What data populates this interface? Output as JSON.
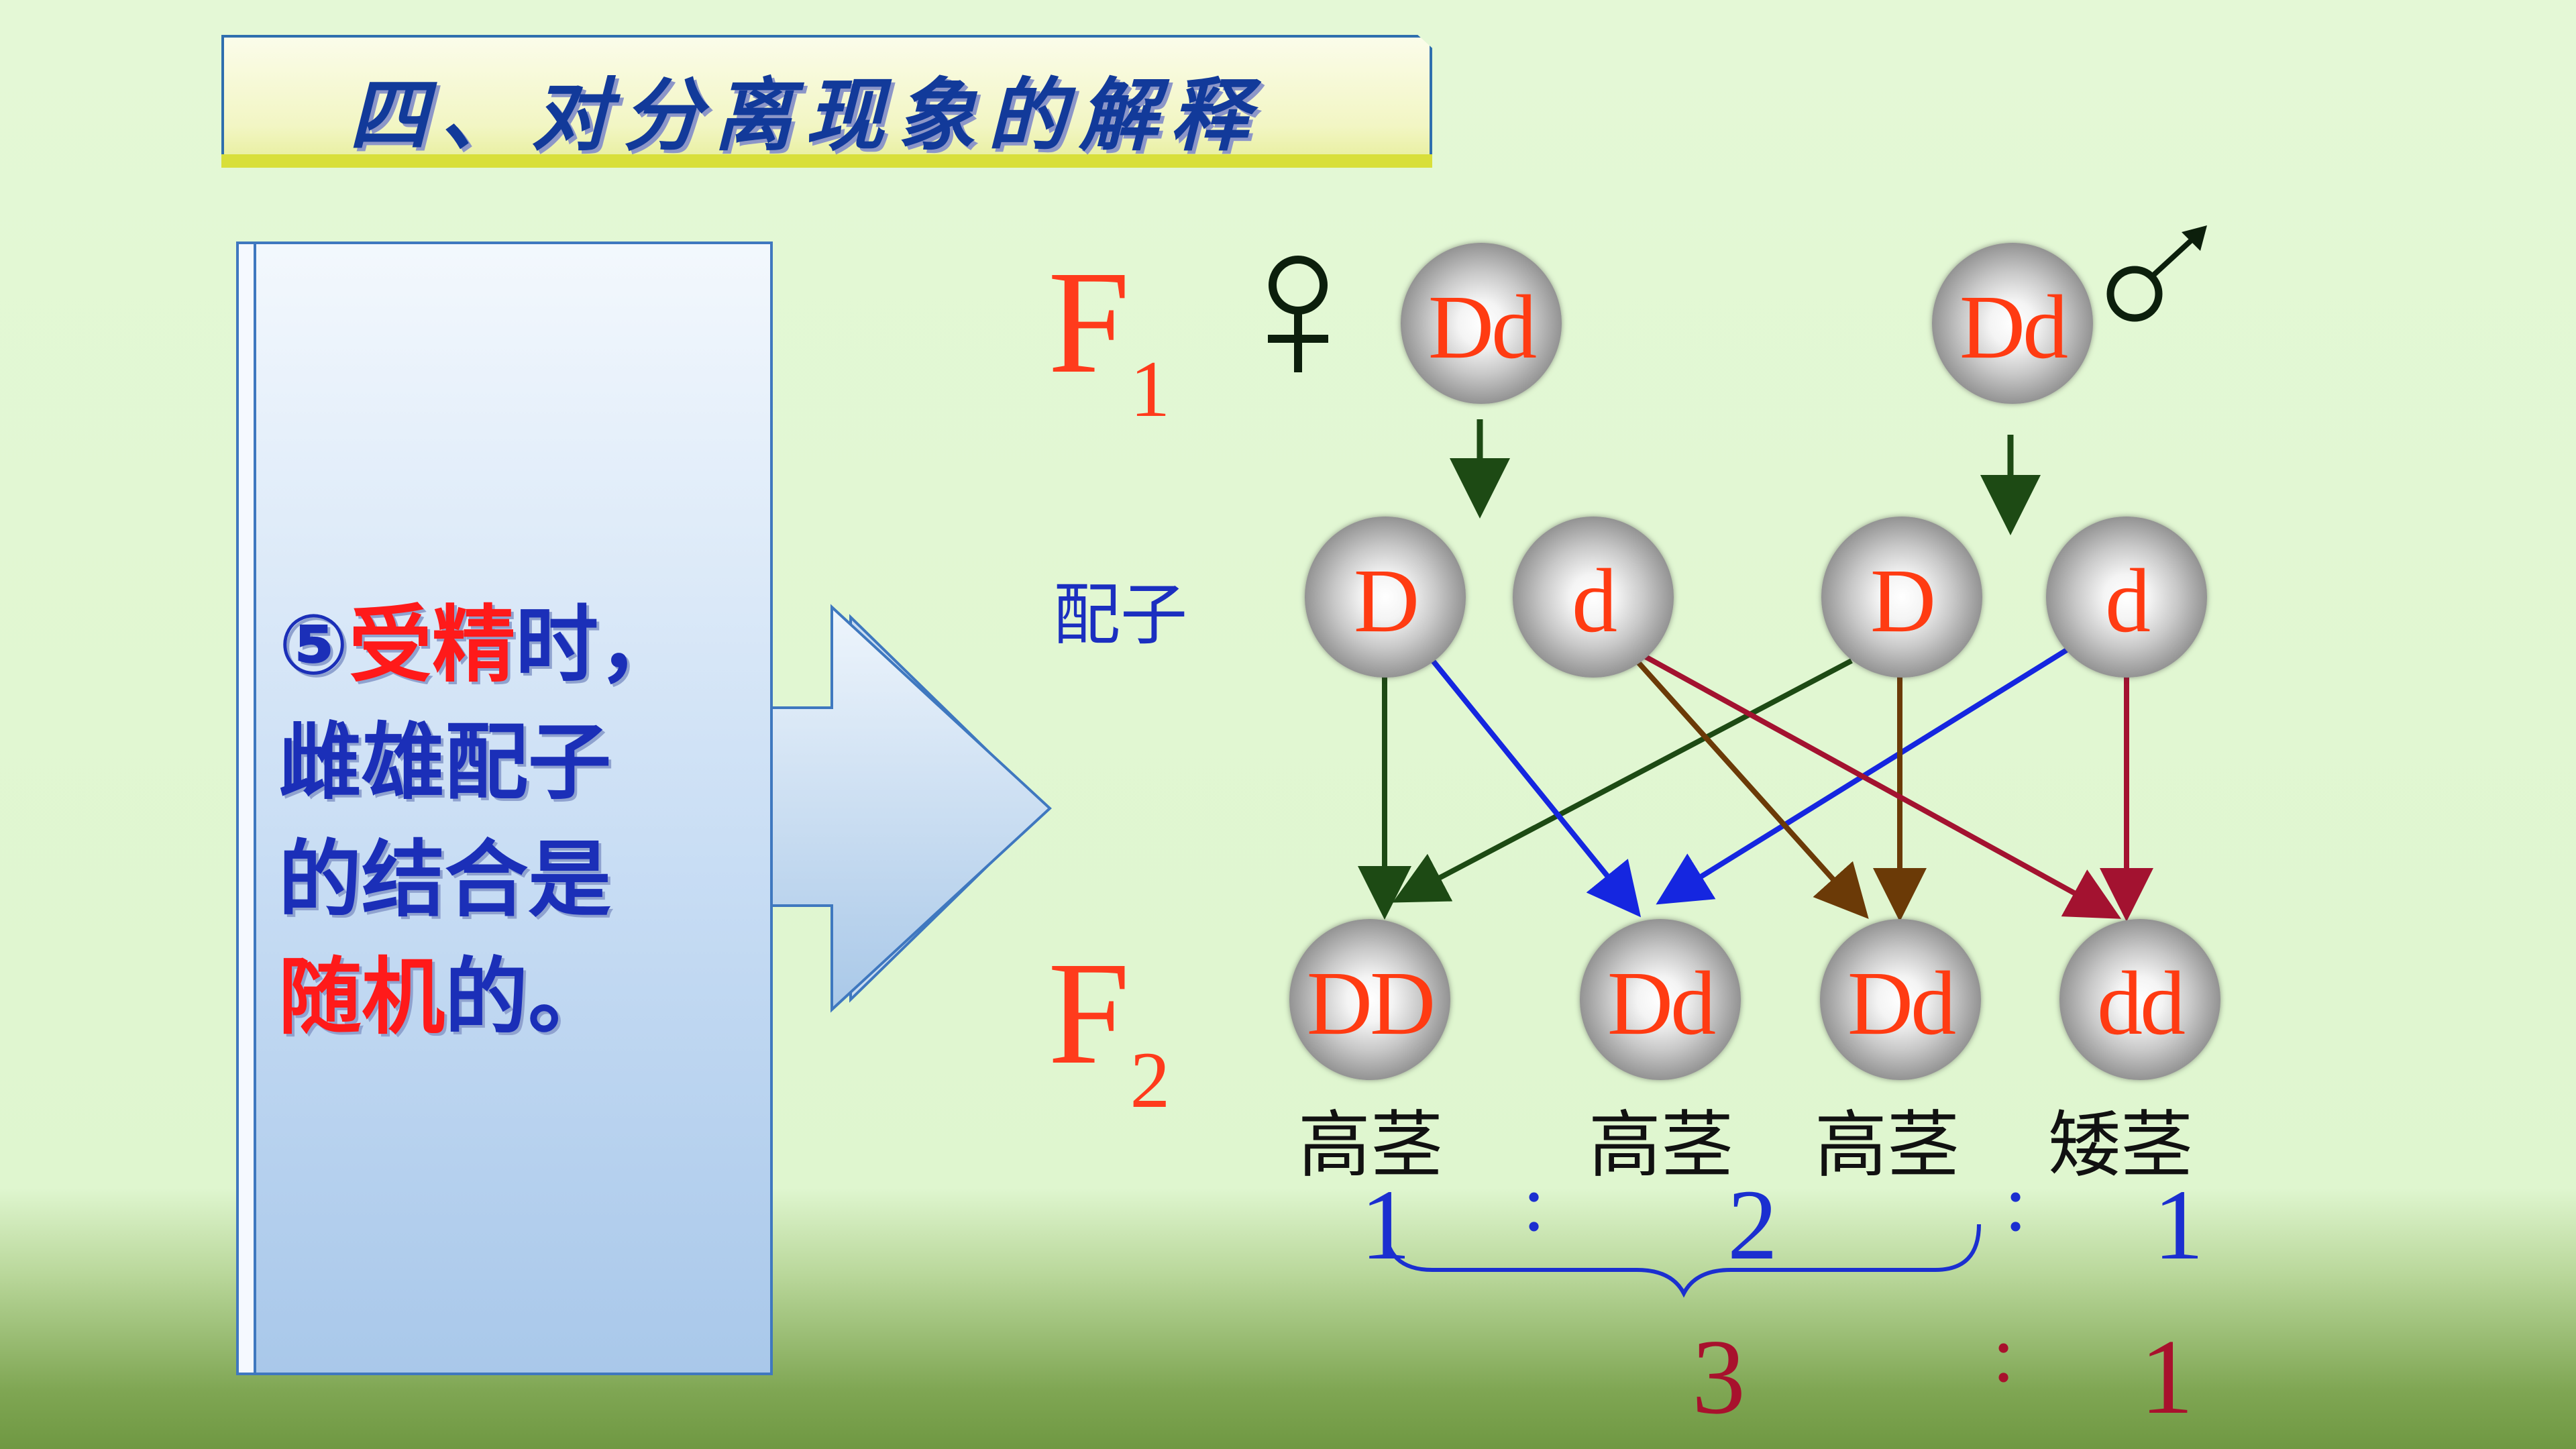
{
  "title": "四、对分离现象的解释",
  "panel": {
    "num": "⑤",
    "fert": "受精",
    "when": "时，",
    "line2": "雌雄配子",
    "line3": "的结合是",
    "random": "随机",
    "end": "的。"
  },
  "labels": {
    "f1_letter": "F",
    "f1_sub": "1",
    "f2_letter": "F",
    "f2_sub": "2",
    "gametes": "配子",
    "female_symbol": "♀",
    "male_symbol": "♂"
  },
  "f1": {
    "female": "Dd",
    "male": "Dd"
  },
  "gametes": [
    "D",
    "d",
    "D",
    "d"
  ],
  "f2": [
    "DD",
    "Dd",
    "Dd",
    "dd"
  ],
  "phenotypes": [
    "高茎",
    "高茎",
    "高茎",
    "矮茎"
  ],
  "ratio1": {
    "a": "1",
    "c1": ":",
    "b": "2",
    "c2": ":",
    "c": "1"
  },
  "ratio2": {
    "a": "3",
    "c": ":",
    "b": "1"
  },
  "colors": {
    "arrow_green": "#1d4a14",
    "arrow_blue": "#1526e0",
    "arrow_brown": "#6b3a07",
    "arrow_red": "#a31230",
    "allele_red": "#ff3b12"
  }
}
